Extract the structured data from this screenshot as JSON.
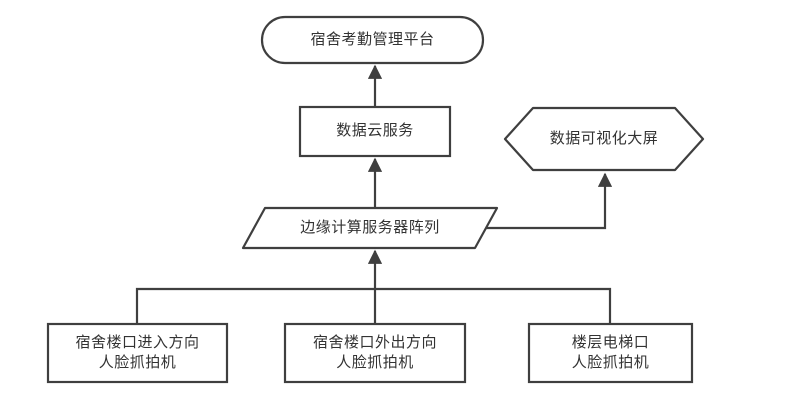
{
  "colors": {
    "background": "#ffffff",
    "stroke": "#3f3f3f",
    "text": "#333333"
  },
  "nodes": {
    "platform": {
      "shape": "stadium",
      "label": "宿舍考勤管理平台"
    },
    "cloud_service": {
      "shape": "rectangle",
      "label": "数据云服务"
    },
    "visualization_screen": {
      "shape": "hexagon",
      "label": "数据可视化大屏"
    },
    "edge_servers": {
      "shape": "parallelogram",
      "label": "边缘计算服务器阵列"
    },
    "camera_entry": {
      "shape": "rectangle",
      "label": "宿舍楼口进入方向\n人脸抓拍机"
    },
    "camera_exit": {
      "shape": "rectangle",
      "label": "宿舍楼口外出方向\n人脸抓拍机"
    },
    "camera_elevator": {
      "shape": "rectangle",
      "label": "楼层电梯口\n人脸抓拍机"
    }
  },
  "connections": [
    {
      "from": "cloud_service",
      "to": "platform",
      "type": "arrow"
    },
    {
      "from": "edge_servers",
      "to": "cloud_service",
      "type": "arrow"
    },
    {
      "from": "edge_servers",
      "to": "visualization_screen",
      "type": "arrow"
    },
    {
      "from": "camera_entry",
      "to": "edge_servers",
      "type": "arrow"
    },
    {
      "from": "camera_exit",
      "to": "edge_servers",
      "type": "arrow"
    },
    {
      "from": "camera_elevator",
      "to": "edge_servers",
      "type": "arrow"
    }
  ]
}
